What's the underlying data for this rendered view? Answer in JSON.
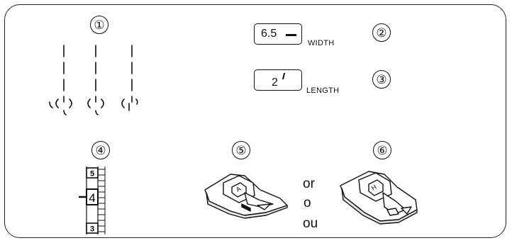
{
  "steps": {
    "s1": "①",
    "s2": "②",
    "s3": "③",
    "s4": "④",
    "s5": "⑤",
    "s6": "⑥"
  },
  "width_setting": {
    "value": "6.5",
    "label": "WIDTH"
  },
  "length_setting": {
    "value": "2",
    "label": "LENGTH"
  },
  "dial_scale": {
    "upper": "5",
    "selected": "4",
    "lower": "3"
  },
  "alternatives": [
    "or",
    "o",
    "ou"
  ],
  "presser_foot_letters": {
    "left": "A",
    "right": "H"
  }
}
